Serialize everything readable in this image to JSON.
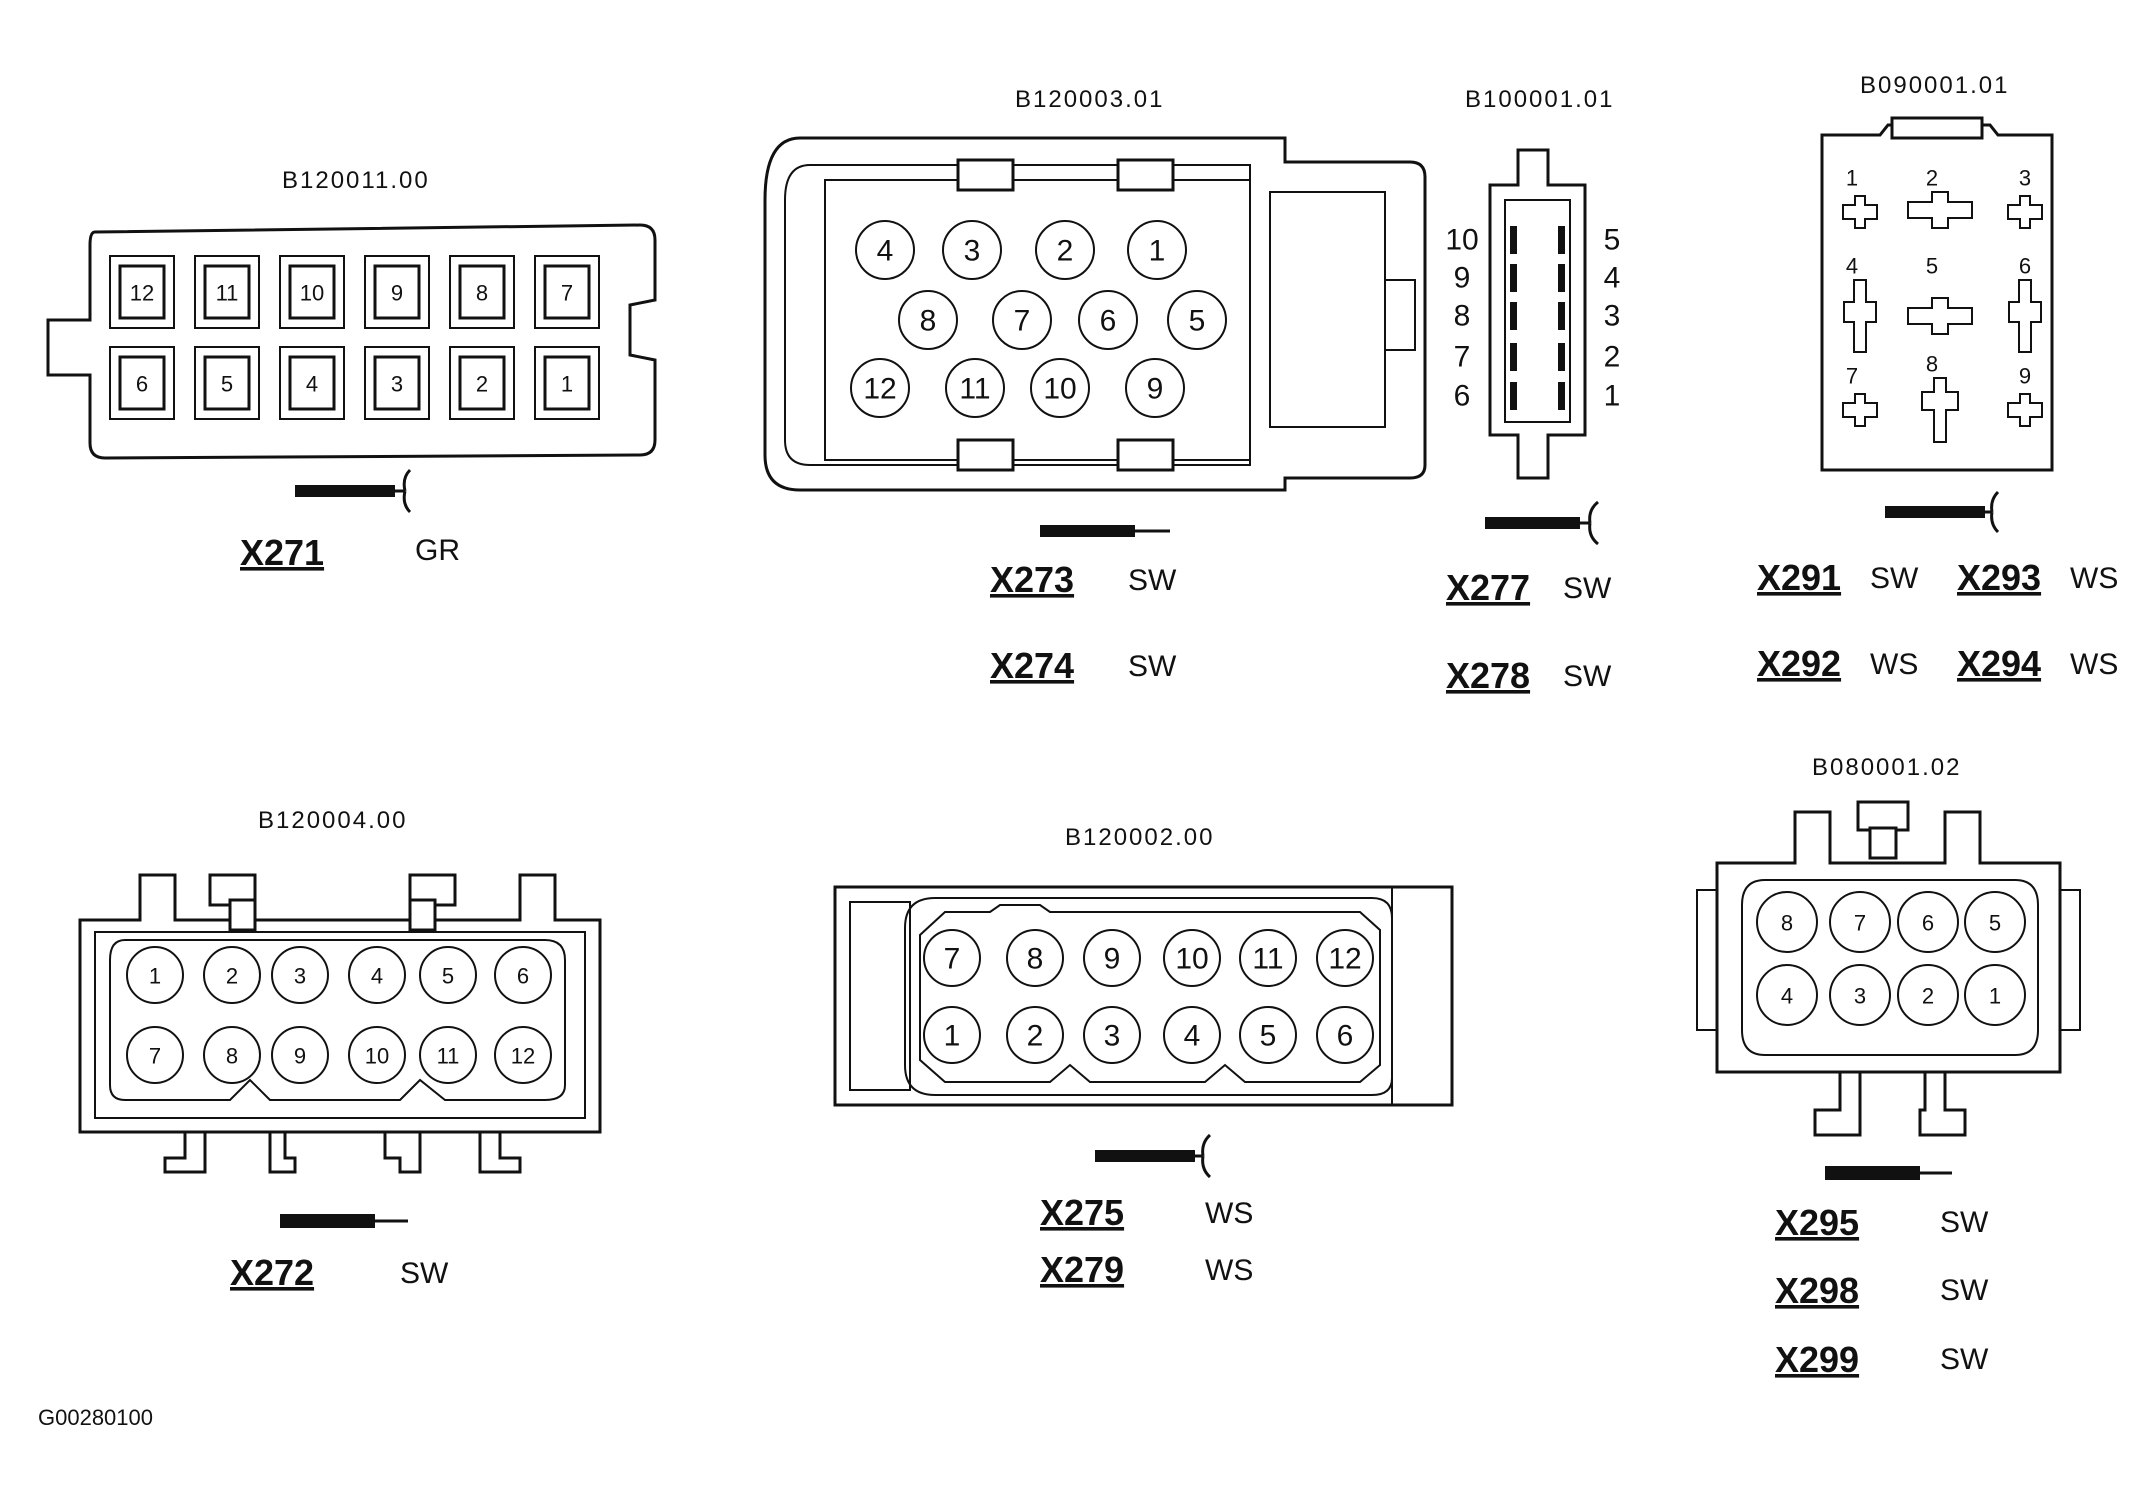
{
  "footer_code": "G00280100",
  "connectors": [
    {
      "part": "B120011.00",
      "pins_top": [
        "12",
        "11",
        "10",
        "9",
        "8",
        "7"
      ],
      "pins_bottom": [
        "6",
        "5",
        "4",
        "3",
        "2",
        "1"
      ],
      "labels": [
        {
          "id": "X271",
          "color": "GR"
        }
      ]
    },
    {
      "part": "B120003.01",
      "pins_row1": [
        "4",
        "3",
        "2",
        "1"
      ],
      "pins_row2": [
        "8",
        "7",
        "6",
        "5"
      ],
      "pins_row3": [
        "12",
        "11",
        "10",
        "9"
      ],
      "labels": [
        {
          "id": "X273",
          "color": "SW"
        },
        {
          "id": "X274",
          "color": "SW"
        }
      ]
    },
    {
      "part": "B100001.01",
      "pins_left": [
        "10",
        "9",
        "8",
        "7",
        "6"
      ],
      "pins_right": [
        "5",
        "4",
        "3",
        "2",
        "1"
      ],
      "labels": [
        {
          "id": "X277",
          "color": "SW"
        },
        {
          "id": "X278",
          "color": "SW"
        }
      ]
    },
    {
      "part": "B090001.01",
      "pins": [
        "1",
        "2",
        "3",
        "4",
        "5",
        "6",
        "7",
        "8",
        "9"
      ],
      "labels": [
        {
          "id": "X291",
          "color": "SW"
        },
        {
          "id": "X293",
          "color": "WS"
        },
        {
          "id": "X292",
          "color": "WS"
        },
        {
          "id": "X294",
          "color": "WS"
        }
      ]
    },
    {
      "part": "B120004.00",
      "pins_top": [
        "1",
        "2",
        "3",
        "4",
        "5",
        "6"
      ],
      "pins_bottom": [
        "7",
        "8",
        "9",
        "10",
        "11",
        "12"
      ],
      "labels": [
        {
          "id": "X272",
          "color": "SW"
        }
      ]
    },
    {
      "part": "B120002.00",
      "pins_top": [
        "7",
        "8",
        "9",
        "10",
        "11",
        "12"
      ],
      "pins_bottom": [
        "1",
        "2",
        "3",
        "4",
        "5",
        "6"
      ],
      "labels": [
        {
          "id": "X275",
          "color": "WS"
        },
        {
          "id": "X279",
          "color": "WS"
        }
      ]
    },
    {
      "part": "B080001.02",
      "pins_top": [
        "8",
        "7",
        "6",
        "5"
      ],
      "pins_bottom": [
        "4",
        "3",
        "2",
        "1"
      ],
      "labels": [
        {
          "id": "X295",
          "color": "SW"
        },
        {
          "id": "X298",
          "color": "SW"
        },
        {
          "id": "X299",
          "color": "SW"
        }
      ]
    }
  ]
}
